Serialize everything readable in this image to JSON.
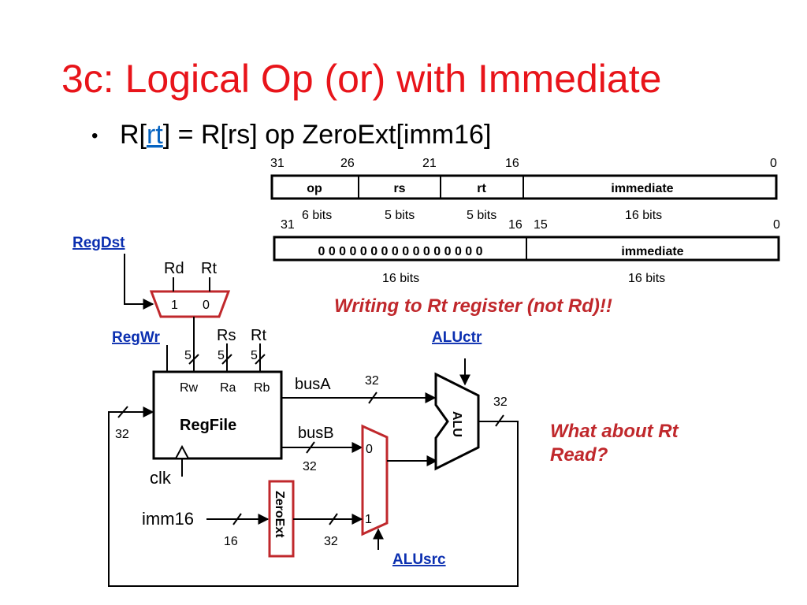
{
  "slide": {
    "title": "3c: Logical Op (or) with Immediate",
    "bullet": {
      "prefix": "R[",
      "link": "rt",
      "suffix": "] = R[rs] op ZeroExt[imm16]"
    }
  },
  "format_top": {
    "bit_positions": [
      "31",
      "26",
      "21",
      "16",
      "0"
    ],
    "fields": [
      "op",
      "rs",
      "rt",
      "immediate"
    ],
    "widths": [
      "6 bits",
      "5 bits",
      "5 bits",
      "16 bits"
    ]
  },
  "format_bottom": {
    "bit_positions": [
      "31",
      "16",
      "15",
      "0"
    ],
    "fields": [
      "0 0 0 0 0 0 0 0 0 0 0 0 0 0 0 0",
      "immediate"
    ],
    "widths": [
      "16 bits",
      "16 bits"
    ]
  },
  "notes": {
    "rt_write": "Writing to Rt register (not Rd)!!",
    "rt_read_line1": "What about Rt",
    "rt_read_line2": "Read?"
  },
  "datapath": {
    "controls": {
      "regdst": "RegDst",
      "regwr": "RegWr",
      "aluctr": "ALUctr",
      "alusrc": "ALUsrc"
    },
    "regdst_mux": {
      "in_rd": "Rd",
      "in_rt": "Rt",
      "sel1": "1",
      "sel0": "0"
    },
    "regfile": {
      "name": "RegFile",
      "ports": [
        "Rw",
        "Ra",
        "Rb"
      ],
      "inputs": [
        "Rs",
        "Rt"
      ],
      "clk": "clk"
    },
    "buses": {
      "bus_a": "busA",
      "bus_b": "busB",
      "imm16": "imm16"
    },
    "alu": "ALU",
    "zeroext": "ZeroExt",
    "alusrc_mux": {
      "sel0": "0",
      "sel1": "1"
    },
    "widths": {
      "rw": "5",
      "ra": "5",
      "rb": "5",
      "bus_a": "32",
      "bus_b": "32",
      "alu_out": "32",
      "writeback": "32",
      "imm_in": "16",
      "imm_out": "32"
    }
  }
}
